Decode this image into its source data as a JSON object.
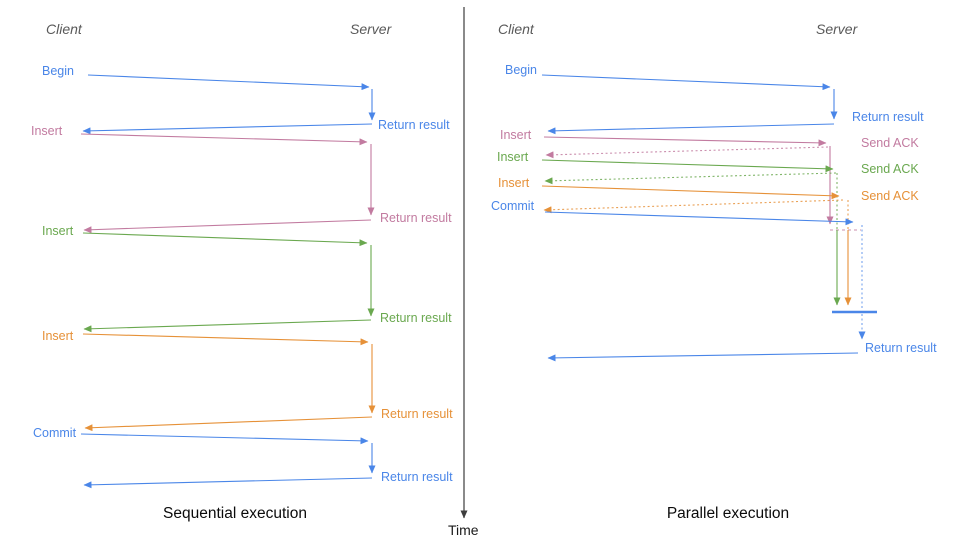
{
  "time_label": "Time",
  "colors": {
    "blue": "#4a86e8",
    "pink": "#c27ba0",
    "green": "#6aa84f",
    "orange": "#e69138",
    "axis": "#3d3d3d",
    "header_gray": "#595959",
    "caption_black": "#0b0b0b",
    "background": "#ffffff"
  },
  "sequential": {
    "caption": "Sequential execution",
    "client": "Client",
    "server": "Server",
    "msg": [
      {
        "req": "Begin",
        "res": "Return result",
        "color": "blue"
      },
      {
        "req": "Insert",
        "res": "Return result",
        "color": "pink"
      },
      {
        "req": "Insert",
        "res": "Return result",
        "color": "green"
      },
      {
        "req": "Insert",
        "res": "Return result",
        "color": "orange"
      },
      {
        "req": "Commit",
        "res": "Return result",
        "color": "blue"
      }
    ]
  },
  "parallel": {
    "caption": "Parallel execution",
    "client": "Client",
    "server": "Server",
    "msg": [
      {
        "req": "Begin",
        "res": "Return result",
        "color": "blue"
      },
      {
        "req": "Insert",
        "res": "Send ACK",
        "color": "pink"
      },
      {
        "req": "Insert",
        "res": "Send ACK",
        "color": "green"
      },
      {
        "req": "Insert",
        "res": "Send ACK",
        "color": "orange"
      },
      {
        "req": "Commit",
        "res": "Return result",
        "color": "blue"
      }
    ]
  }
}
